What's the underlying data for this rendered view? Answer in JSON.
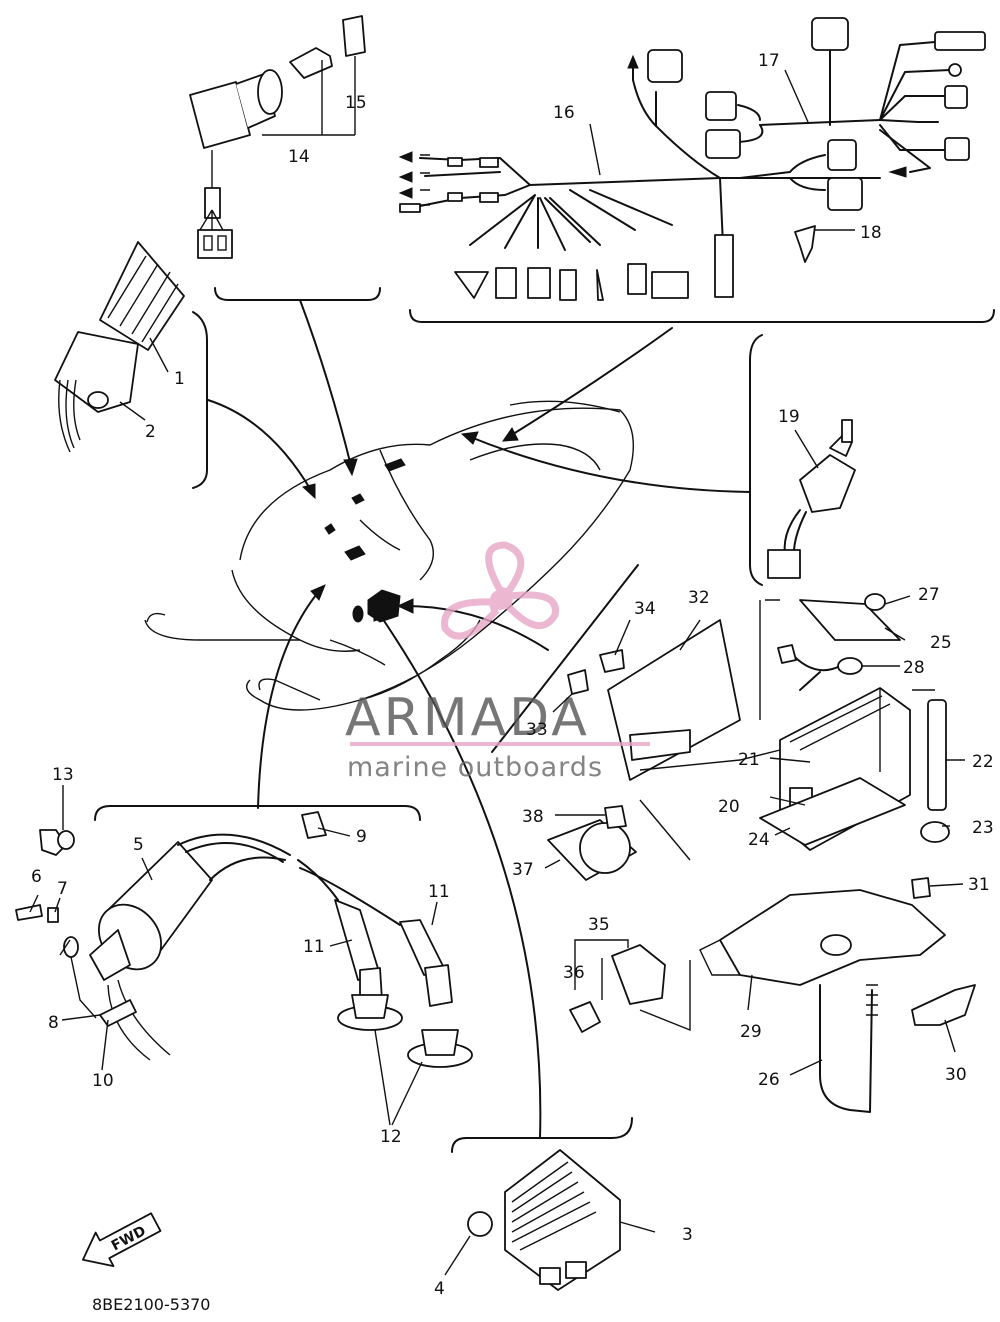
{
  "diagram": {
    "part_code": "8BE2100-5370",
    "fwd_label": "FWD"
  },
  "watermark": {
    "brand": "ARMADA",
    "tagline": "marine outboards",
    "accent_color": "#e8a6c6",
    "text_color": "#555555"
  },
  "callouts": [
    "1",
    "2",
    "3",
    "4",
    "5",
    "6",
    "7",
    "8",
    "9",
    "10",
    "11",
    "11",
    "12",
    "13",
    "14",
    "15",
    "16",
    "17",
    "18",
    "19",
    "20",
    "21",
    "22",
    "23",
    "24",
    "25",
    "26",
    "27",
    "28",
    "29",
    "30",
    "31",
    "32",
    "33",
    "34",
    "35",
    "36",
    "37",
    "38"
  ],
  "icons": {
    "fwd_arrow": "fwd-arrow-icon",
    "propeller_logo": "propeller-logo-icon"
  }
}
